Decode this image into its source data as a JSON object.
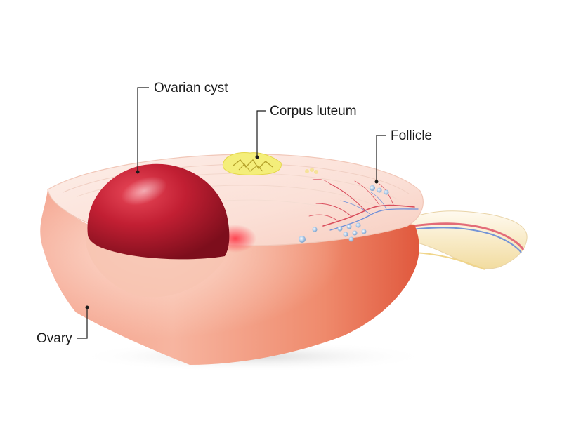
{
  "labels": {
    "ovarian_cyst": "Ovarian cyst",
    "corpus_luteum": "Corpus luteum",
    "follicle": "Follicle",
    "ovary": "Ovary"
  },
  "colors": {
    "ovary_body": "#f2957b",
    "ovary_cut_surface": "#fbe3dc",
    "cyst": "#b81a2c",
    "corpus_luteum": "#f3ec7a",
    "ligament": "#f6e3b0",
    "blood_vessel_red": "#d94d5c",
    "blood_vessel_blue": "#6f8fd8",
    "follicle": "#a6c3e2",
    "leader_line": "#1a1a1a"
  }
}
